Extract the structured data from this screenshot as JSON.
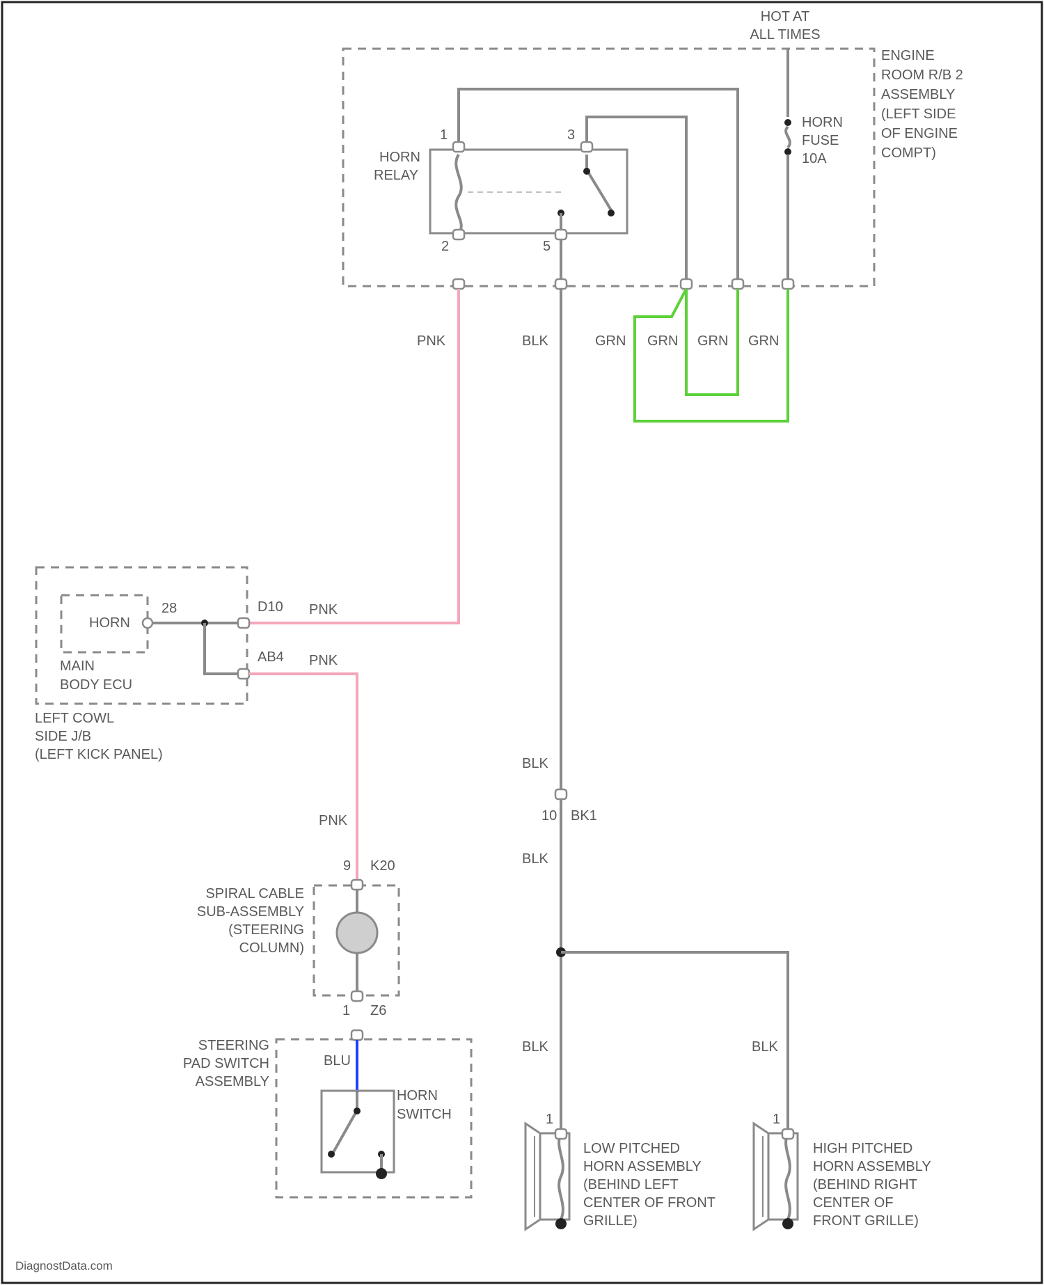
{
  "source_credit": "DiagnostData.com",
  "power": {
    "line1": "HOT AT",
    "line2": "ALL TIMES"
  },
  "engine_box": {
    "lines": [
      "ENGINE",
      "ROOM R/B 2",
      "ASSEMBLY",
      "(LEFT SIDE",
      "OF ENGINE",
      "COMPT)"
    ]
  },
  "horn_fuse": {
    "lines": [
      "HORN",
      "FUSE",
      "10A"
    ]
  },
  "horn_relay": {
    "lines": [
      "HORN",
      "RELAY"
    ],
    "pins": {
      "p1": "1",
      "p2": "2",
      "p3": "3",
      "p5": "5"
    }
  },
  "wire_colors": {
    "pnk": "PNK",
    "blk": "BLK",
    "grn": "GRN",
    "blu": "BLU"
  },
  "body_ecu": {
    "inner_label": "HORN",
    "pin": "28",
    "lines": [
      "MAIN",
      "BODY ECU"
    ],
    "jb_lines": [
      "LEFT COWL",
      "SIDE J/B",
      "(LEFT KICK PANEL)"
    ],
    "connector_top": "D10",
    "connector_bottom": "AB4"
  },
  "bk1": {
    "pin": "10",
    "connector": "BK1"
  },
  "spiral": {
    "pin_top": "9",
    "connector_top": "K20",
    "pin_bottom": "1",
    "connector_bottom": "Z6",
    "lines": [
      "SPIRAL CABLE",
      "SUB-ASSEMBLY",
      "(STEERING",
      "COLUMN)"
    ]
  },
  "steering_pad": {
    "lines": [
      "STEERING",
      "PAD SWITCH",
      "ASSEMBLY"
    ],
    "switch_lines": [
      "HORN",
      "SWITCH"
    ]
  },
  "low_horn": {
    "pin": "1",
    "lines": [
      "LOW PITCHED",
      "HORN ASSEMBLY",
      "(BEHIND LEFT",
      "CENTER OF FRONT",
      "GRILLE)"
    ]
  },
  "high_horn": {
    "pin": "1",
    "lines": [
      "HIGH PITCHED",
      "HORN ASSEMBLY",
      "(BEHIND RIGHT",
      "CENTER OF",
      "FRONT GRILLE)"
    ]
  },
  "colors": {
    "pnk": "#f4a7b9",
    "grn": "#5cd13a",
    "blu": "#1f3fff",
    "gry": "#8a8a8a"
  }
}
